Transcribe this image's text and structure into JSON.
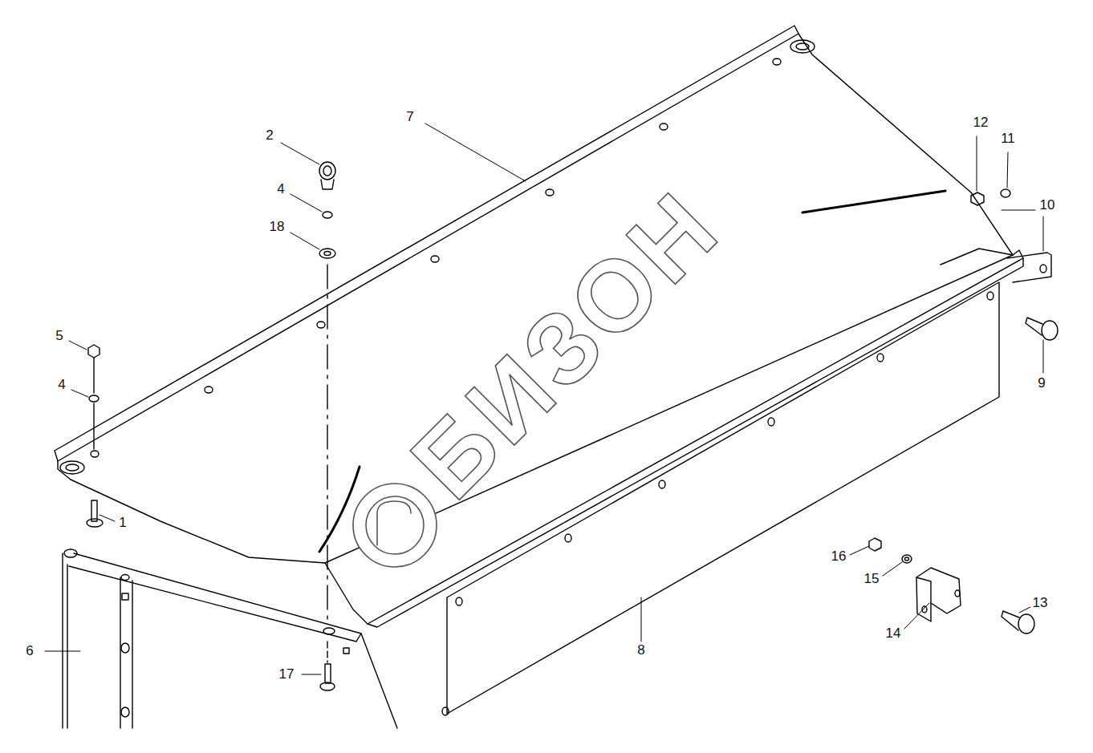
{
  "diagram": {
    "labels": [
      "7",
      "2",
      "4",
      "18",
      "5",
      "4",
      "1",
      "6",
      "17",
      "12",
      "11",
      "10",
      "9",
      "16",
      "15",
      "14",
      "13",
      "8",
      "БИЗОН"
    ]
  }
}
